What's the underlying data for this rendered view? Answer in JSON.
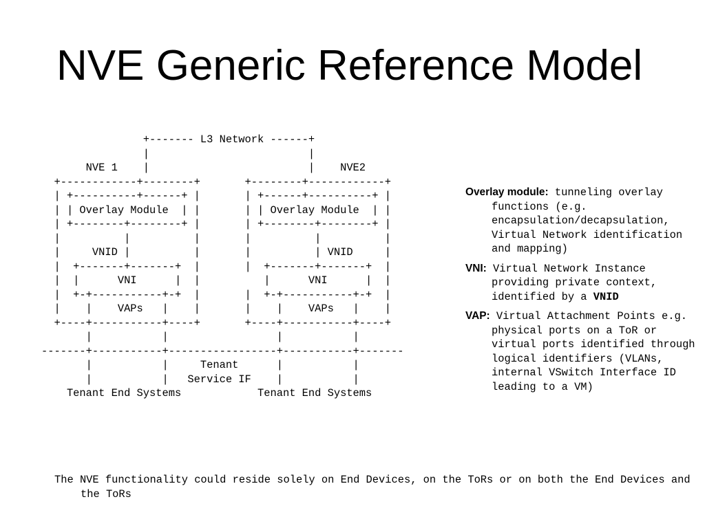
{
  "title": "NVE Generic Reference Model",
  "diagram": {
    "lines": [
      "                +------- L3 Network ------+",
      "                |                         |",
      "       NVE 1    |                         |    NVE2",
      "  +------------+--------+       +--------+------------+",
      "  | +----------+------+ |       | +------+----------+ |",
      "  | | Overlay Module  | |       | | Overlay Module  | |",
      "  | +--------+--------+ |       | +--------+--------+ |",
      "  |          |          |       |          |          |",
      "  |     VNID |          |       |          | VNID     |",
      "  |  +-------+-------+  |       |  +-------+-------+  |",
      "  |  |      VNI      |  |          |      VNI      |  |",
      "  |  +-+-----------+-+  |       |  +-+-----------+-+  |",
      "  |    |    VAPs   |    |       |    |    VAPs   |    |",
      "  +----+-----------+----+       +----+-----------+----+",
      "       |           |                 |           |",
      "-------+-----------+-----------------+-----------+-------",
      "       |           |     Tenant      |           |",
      "       |           |   Service IF    |           |",
      "    Tenant End Systems            Tenant End Systems"
    ]
  },
  "definitions": {
    "overlay": {
      "term": "Overlay module:",
      "text": " tunneling overlay functions (e.g. encapsulation/decapsulation, Virtual Network identification and mapping)"
    },
    "vni": {
      "term": "VNI:",
      "text": " Virtual Network Instance providing private context, identified by a ",
      "strong": "VNID"
    },
    "vap": {
      "term": "VAP:",
      "text": " Virtual Attachment Points e.g. physical ports on a ToR or virtual ports identified through logical identifiers (VLANs, internal VSwitch Interface ID leading to a VM)"
    }
  },
  "footer": "The NVE functionality could reside solely on End Devices, on the ToRs or on both the End Devices and the ToRs"
}
